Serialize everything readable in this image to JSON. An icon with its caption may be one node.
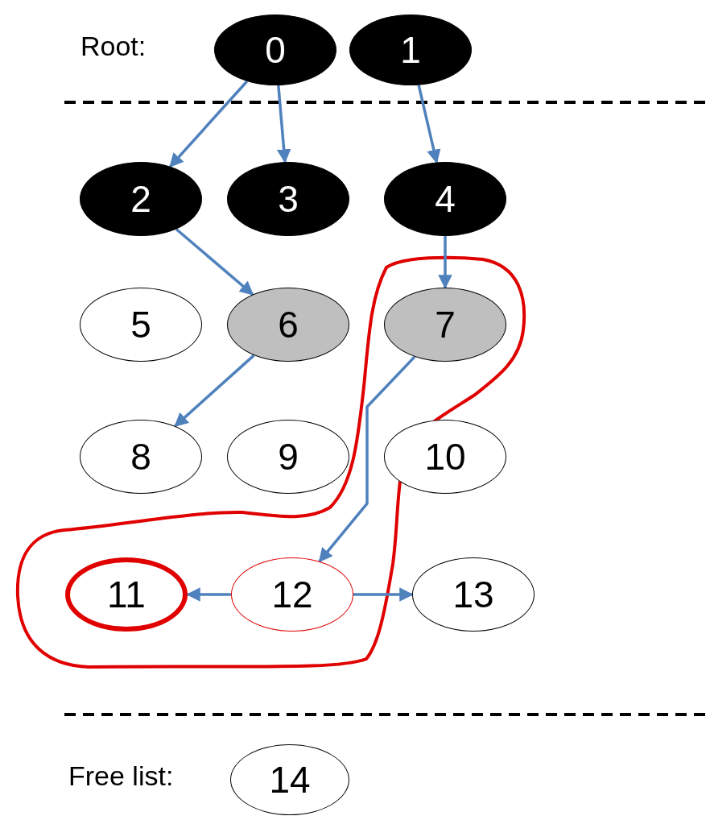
{
  "diagram": {
    "nodes": [
      {
        "text": [
          "0"
        ]
      },
      {
        "text": [
          "1"
        ]
      },
      {
        "text": [
          "2"
        ]
      },
      {
        "text": [
          "3"
        ]
      },
      {
        "text": [
          "4"
        ]
      },
      {
        "text": [
          "5"
        ]
      },
      {
        "text": [
          "6"
        ]
      },
      {
        "text": [
          "7"
        ]
      },
      {
        "text": [
          "8"
        ]
      },
      {
        "text": [
          "9"
        ]
      },
      {
        "text": [
          "10"
        ]
      },
      {
        "text": [
          "11"
        ]
      },
      {
        "text": [
          "12"
        ]
      },
      {
        "text": [
          "13"
        ]
      },
      {
        "text": [
          "14"
        ]
      }
    ],
    "edges": [
      {
        "from": 0,
        "to": 2,
        "arrow": "to"
      },
      {
        "from": 0,
        "to": 3,
        "arrow": "to"
      },
      {
        "from": 1,
        "to": 4,
        "arrow": "to"
      },
      {
        "from": 2,
        "to": 6,
        "arrow": "to"
      },
      {
        "from": 4,
        "to": 7,
        "arrow": "to"
      },
      {
        "from": 6,
        "to": 8,
        "arrow": "to"
      },
      {
        "from": 7,
        "to": 12,
        "arrow": "to"
      },
      {
        "from": 12,
        "to": 11,
        "arrow": "to"
      },
      {
        "from": 12,
        "to": 13,
        "arrow": "to"
      }
    ],
    "labels": [
      "Root:",
      "Free list:"
    ]
  }
}
